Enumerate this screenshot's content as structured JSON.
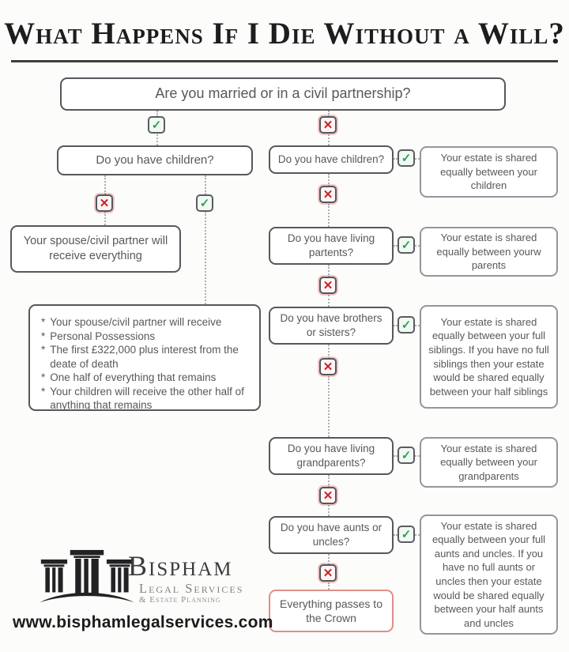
{
  "title": "What Happens If I Die Without a Will?",
  "main_question": "Are you married or in a civil partnership?",
  "glyphs": {
    "check": "✓",
    "cross": "✕",
    "bullet": "*"
  },
  "left_branch": {
    "question": "Do you have children?",
    "no_result": "Your spouse/civil partner will receive everything",
    "yes_result_bullets": [
      "Your spouse/civil partner will receive",
      "Personal Possessions",
      "The first £322,000 plus interest from the deate of death",
      "One half of everything that remains",
      "Your children will receive the other half of anything that remains"
    ]
  },
  "right_branch": {
    "rows": [
      {
        "question": "Do you have children?",
        "result": "Your estate is shared equally between your children"
      },
      {
        "question": "Do you have living partents?",
        "result": "Your estate is shared equally between yourw parents"
      },
      {
        "question": "Do you have brothers or sisters?",
        "result": "Your estate is shared equally between your full siblings. If you have no full siblings then your estate would be shared equally between your half siblings"
      },
      {
        "question": "Do you have living grandparents?",
        "result": "Your estate is shared equally between your grandparents"
      },
      {
        "question": "Do you have aunts or uncles?",
        "result": "Your estate is shared equally between your full aunts and uncles.  If you have no full aunts or uncles then your estate would be shared equally between your half aunts and uncles"
      }
    ],
    "final_result": "Everything passes to the Crown"
  },
  "logo": {
    "name": "Bispham",
    "line2": "Legal Services",
    "line3": "& Estate Planning"
  },
  "website": "www.bisphamlegalservices.com",
  "colors": {
    "check_green": "#2f9e5f",
    "cross_red": "#c8232b",
    "crown_border": "#e08e88",
    "question_border": "#57585b",
    "result_border": "#95969a"
  }
}
